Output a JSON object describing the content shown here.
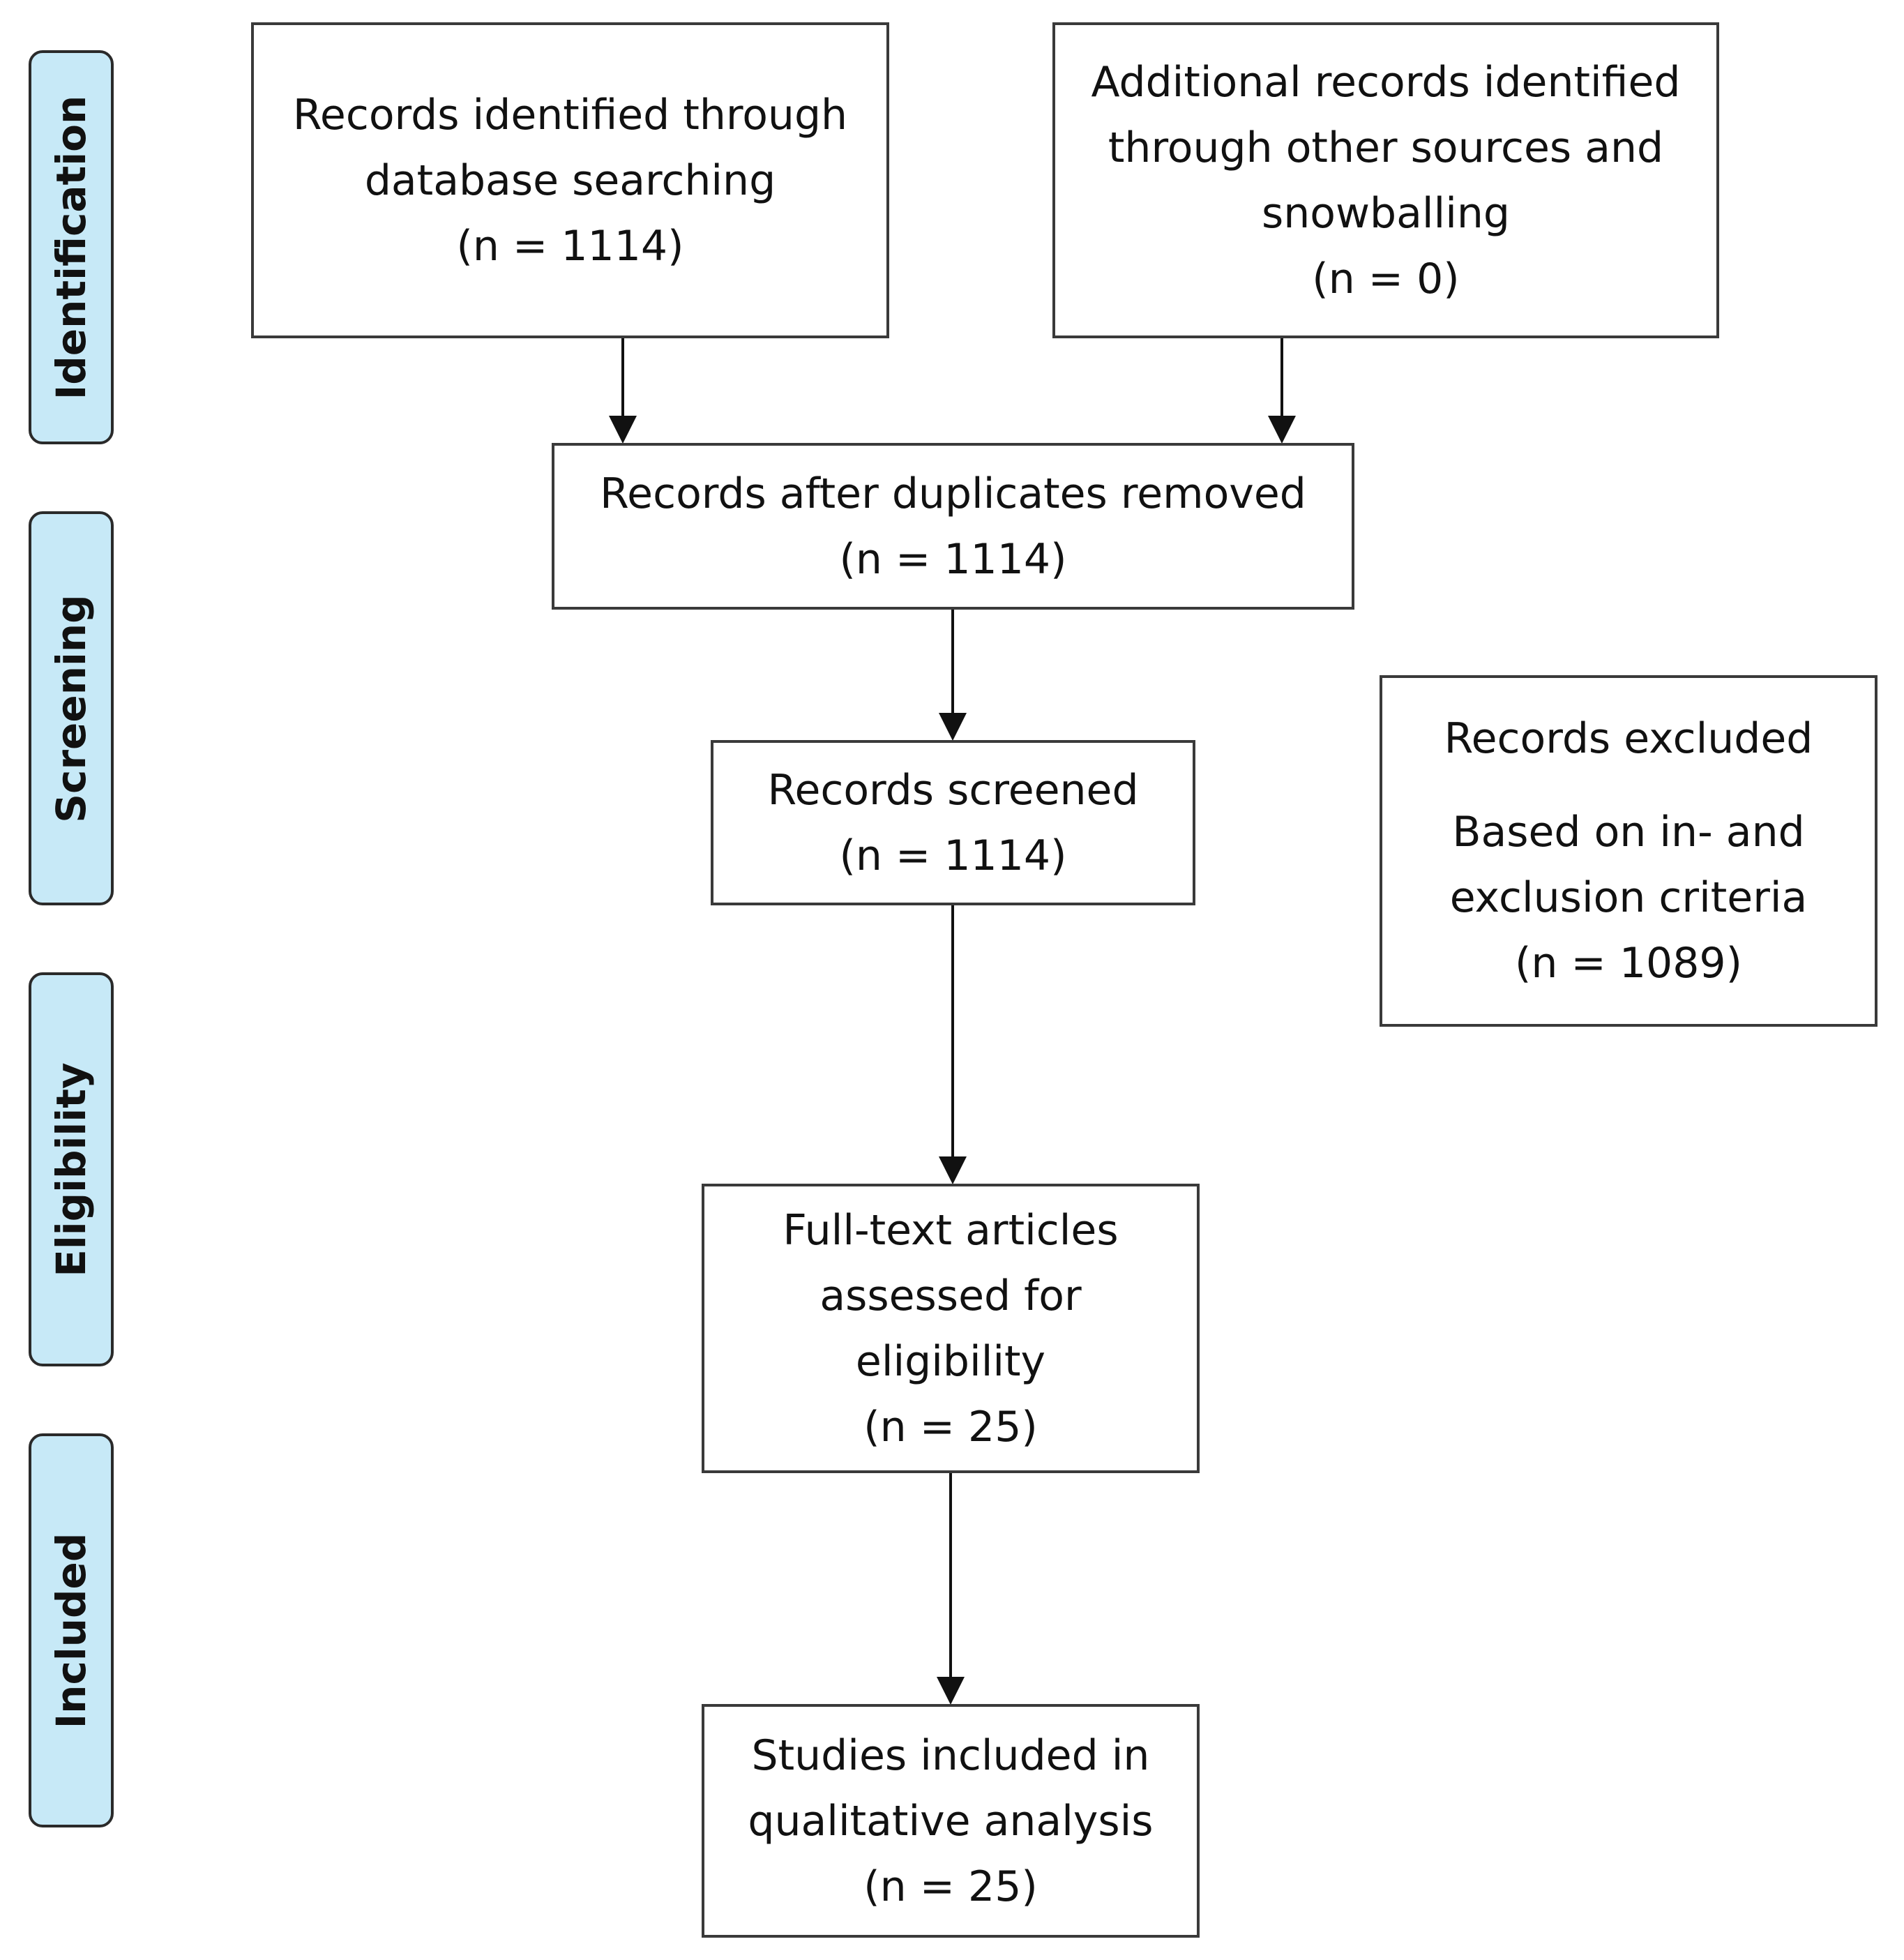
{
  "stages": [
    {
      "id": "identification",
      "label": "Identification"
    },
    {
      "id": "screening",
      "label": "Screening"
    },
    {
      "id": "eligibility",
      "label": "Eligibility"
    },
    {
      "id": "included",
      "label": "Included"
    }
  ],
  "boxes": {
    "database": {
      "lines": [
        "Records identified through",
        "database searching",
        "(n = 1114)"
      ]
    },
    "additional": {
      "lines": [
        "Additional records identified",
        "through other sources and",
        "snowballing",
        "(n = 0)"
      ]
    },
    "duplicates": {
      "lines": [
        "Records after duplicates removed",
        "(n = 1114)"
      ]
    },
    "screened": {
      "lines": [
        "Records screened",
        "(n = 1114)"
      ]
    },
    "excluded": {
      "lines": [
        "Records excluded",
        "Based on in- and",
        "exclusion criteria",
        "(n = 1089)"
      ]
    },
    "fulltext": {
      "lines": [
        "Full-text articles",
        "assessed for",
        "eligibility",
        "(n = 25)"
      ]
    },
    "studies": {
      "lines": [
        "Studies included in",
        "qualitative analysis",
        "(n = 25)"
      ]
    }
  },
  "colors": {
    "stage_fill": "#c7e9f7",
    "stroke": "#2a2a2a",
    "text": "#111111"
  }
}
